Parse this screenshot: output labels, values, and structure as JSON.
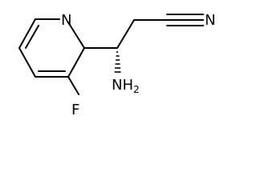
{
  "molecule": {
    "atoms": {
      "ring_nitrogen": "N",
      "nitrile_nitrogen": "N",
      "fluorine": "F",
      "amine_group": "NH",
      "amine_subscript": "2"
    },
    "colors": {
      "bond": "#000000",
      "label": "#000000",
      "background": "#ffffff"
    }
  }
}
